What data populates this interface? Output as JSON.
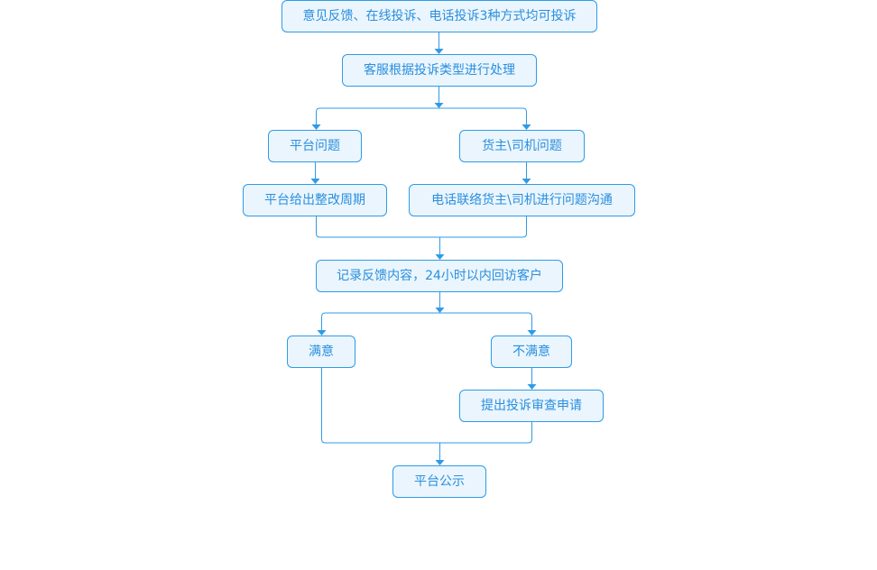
{
  "colors": {
    "node_fill": "#eaf5fd",
    "node_border": "#2f9be6",
    "text": "#2a8fde",
    "connector": "#2f9be6"
  },
  "nodes": {
    "submit": "意见反馈、在线投诉、电话投诉3种方式均可投诉",
    "classify": "客服根据投诉类型进行处理",
    "platform_issue": "平台问题",
    "shipper_driver_issue": "货主\\司机问题",
    "rectify_period": "平台给出整改周期",
    "phone_contact": "电话联络货主\\司机进行问题沟通",
    "record_callback": "记录反馈内容，24小时以内回访客户",
    "satisfied": "满意",
    "unsatisfied": "不满意",
    "review_request": "提出投诉审查申请",
    "publicize": "平台公示"
  }
}
